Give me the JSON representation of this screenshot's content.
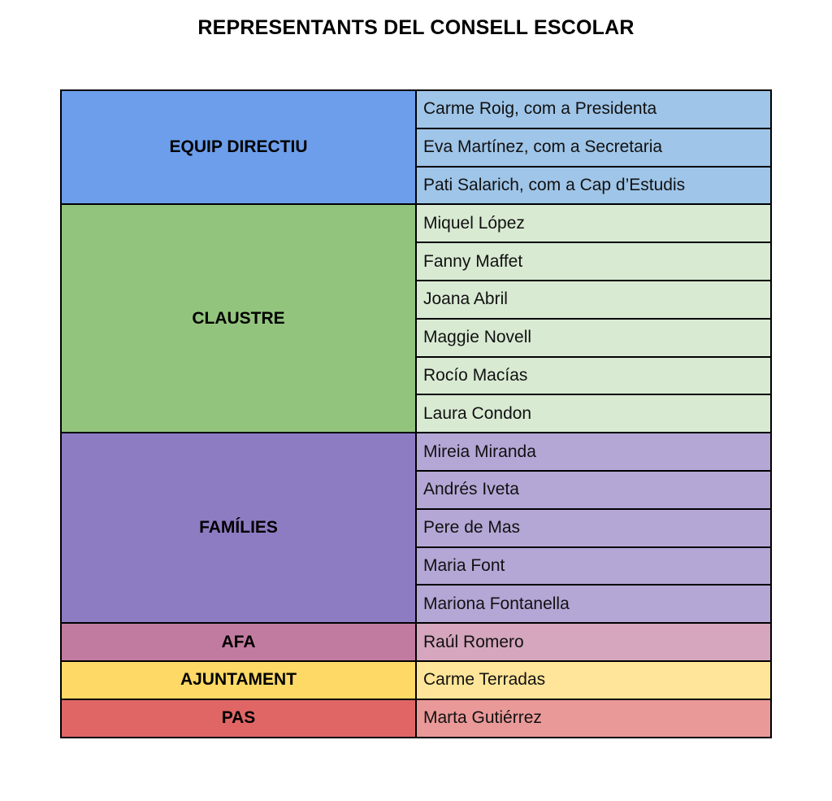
{
  "title": "REPRESENTANTS DEL CONSELL ESCOLAR",
  "groups": [
    {
      "name": "EQUIP DIRECTIU",
      "color": "#6d9eeb",
      "member_color": "#9fc5e8",
      "members": [
        "Carme Roig, com a Presidenta",
        "Eva Martínez, com a Secretaria",
        "Pati Salarich, com a Cap d’Estudis"
      ]
    },
    {
      "name": "CLAUSTRE",
      "color": "#93c47d",
      "member_color": "#d9ead3",
      "members": [
        "Miquel López",
        "Fanny Maffet",
        "Joana Abril",
        "Maggie Novell",
        "Rocío Macías",
        "Laura Condon"
      ]
    },
    {
      "name": "FAMÍLIES",
      "color": "#8e7cc3",
      "member_color": "#b4a7d6",
      "members": [
        "Mireia Miranda",
        "Andrés Iveta",
        "Pere de Mas",
        "Maria Font",
        "Mariona Fontanella"
      ]
    },
    {
      "name": "AFA",
      "color": "#c27ba0",
      "member_color": "#d5a6bd",
      "members": [
        "Raúl Romero"
      ]
    },
    {
      "name": "AJUNTAMENT",
      "color": "#ffd966",
      "member_color": "#ffe599",
      "members": [
        "Carme Terradas"
      ]
    },
    {
      "name": "PAS",
      "color": "#e06666",
      "member_color": "#ea9999",
      "members": [
        "Marta Gutiérrez"
      ]
    }
  ]
}
